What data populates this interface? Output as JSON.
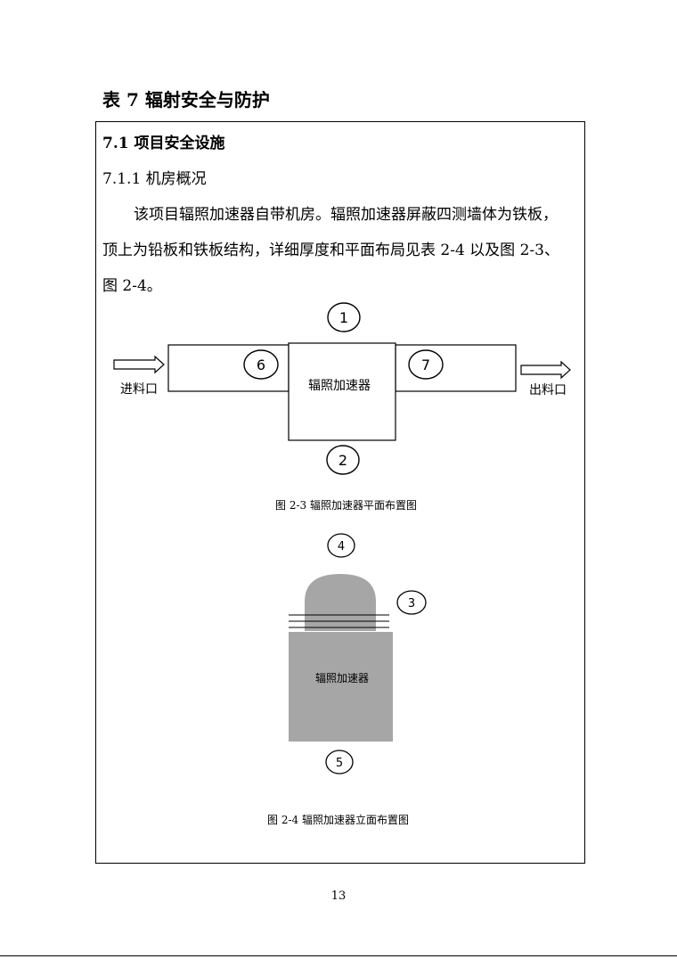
{
  "document": {
    "table_title": "表 7  辐射安全与防护",
    "section_heading": "7.1    项目安全设施",
    "subsection_heading": "7.1.1  机房概况",
    "paragraph_lines": [
      "该项目辐照加速器自带机房。辐照加速器屏蔽四测墙体为铁板，",
      "顶上为铅板和铁板结构，详细厚度和平面布局见表 2-4 以及图 2-3、",
      "图 2-4。"
    ],
    "page_number": "13"
  },
  "figure_plan": {
    "caption": "图 2-3  辐照加速器平面布置图",
    "center_label": "辐照加速器",
    "inlet_label": "进料口",
    "outlet_label": "出料口",
    "markers": {
      "top": "1",
      "bottom": "2",
      "left_channel": "6",
      "right_channel": "7"
    }
  },
  "figure_elevation": {
    "caption": "图 2-4  辐照加速器立面布置图",
    "body_label": "辐照加速器",
    "markers": {
      "top": "4",
      "side": "3",
      "bottom": "5"
    },
    "colors": {
      "body_fill": "#a6a6a6"
    }
  }
}
